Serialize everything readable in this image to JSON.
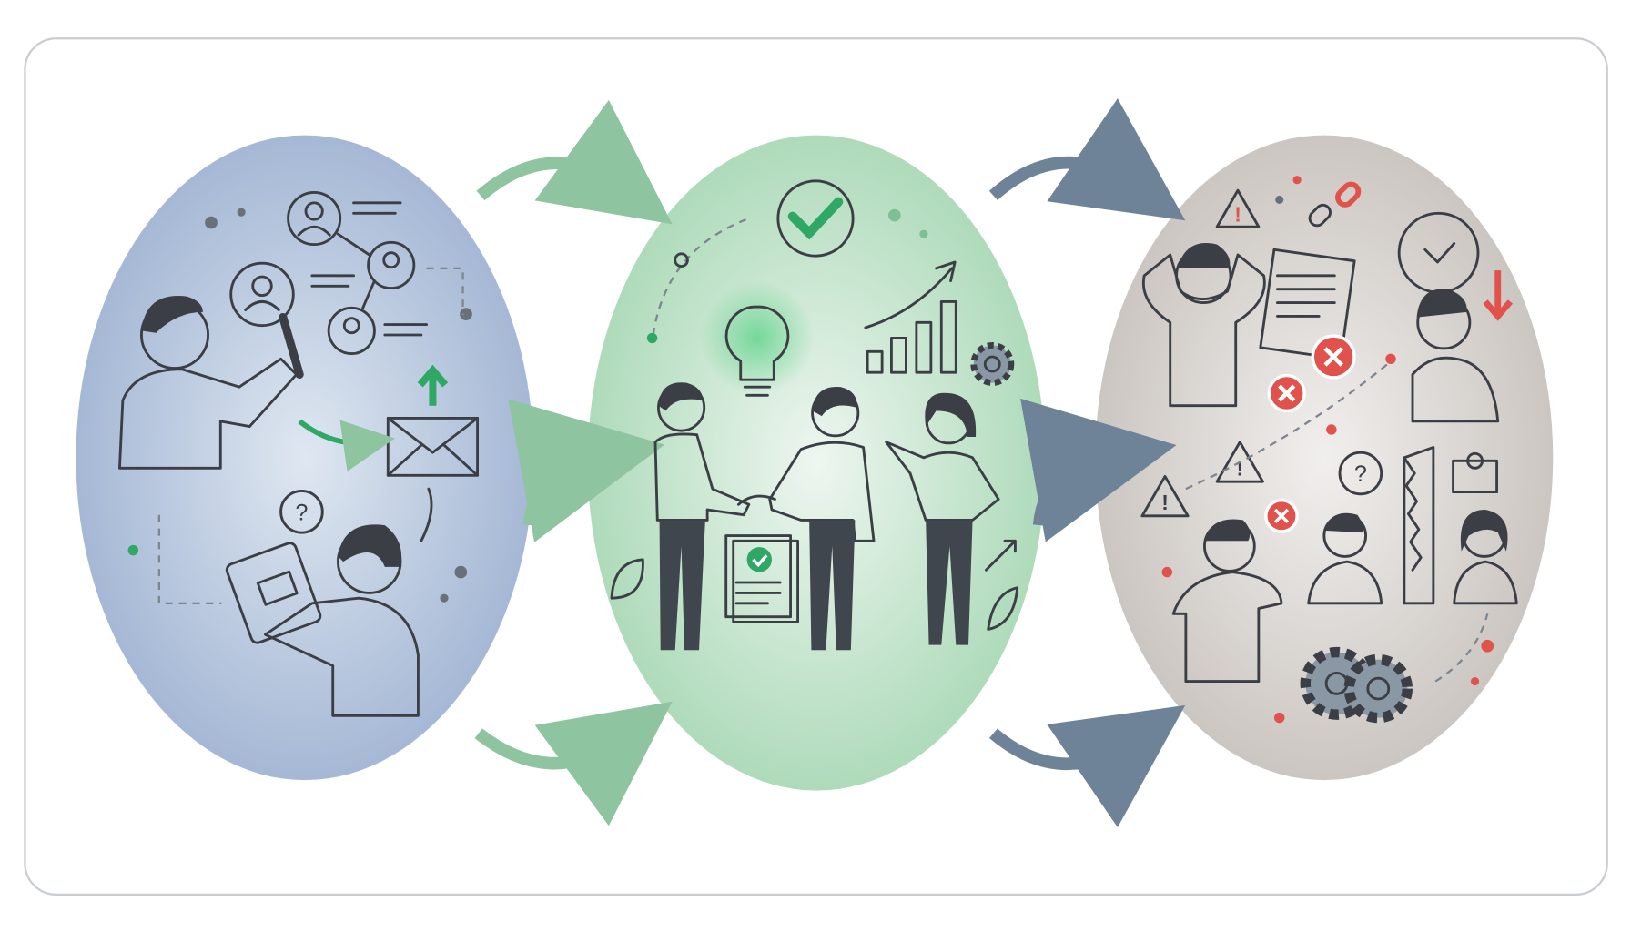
{
  "stages": [
    {
      "id": "outreach",
      "color": "#a9bcd8",
      "icons": [
        "magnifier-icon",
        "profile-icon",
        "envelope-icon",
        "tablet-icon",
        "question-icon",
        "up-arrow-icon"
      ]
    },
    {
      "id": "collaboration",
      "color": "#b9dfc4",
      "icons": [
        "checkmark-icon",
        "lightbulb-icon",
        "growth-chart-icon",
        "gear-icon",
        "handshake-icon",
        "document-icon",
        "leaf-icon"
      ]
    },
    {
      "id": "breakdown",
      "color": "#cfcac6",
      "icons": [
        "warning-icon",
        "broken-link-icon",
        "clock-icon",
        "down-arrow-icon",
        "error-icon",
        "puzzle-icon",
        "broken-gear-icon"
      ]
    }
  ],
  "colors": {
    "accent_green": "#2fa866",
    "accent_red": "#e0524b",
    "line": "#3b3f45",
    "arrow_blue": "#6e8397",
    "arrow_green": "#8fc4a0"
  }
}
